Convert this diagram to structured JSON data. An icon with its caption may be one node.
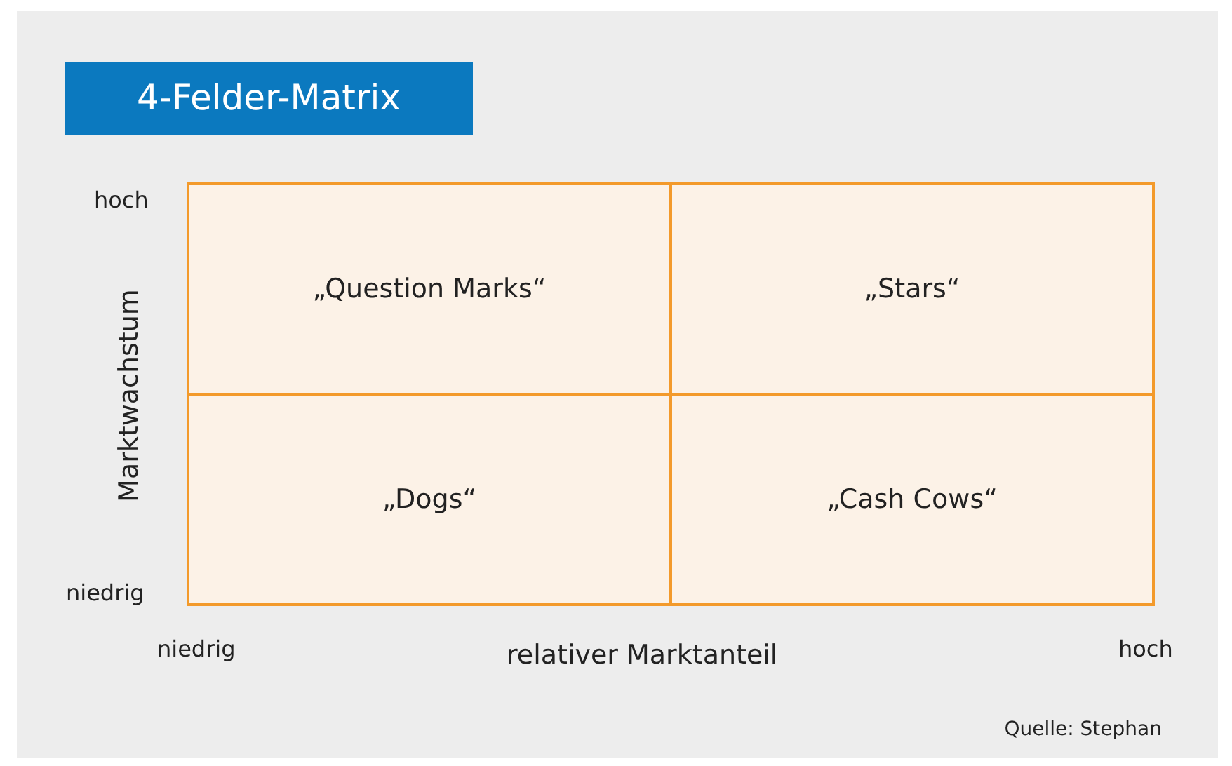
{
  "diagram": {
    "title": "4-Felder-Matrix",
    "nodes": [
      {
        "text": [
          "„Question Marks“"
        ]
      },
      {
        "text": [
          "„Stars“"
        ]
      },
      {
        "text": [
          "„Dogs“"
        ]
      },
      {
        "text": [
          "„Cash Cows“"
        ]
      }
    ],
    "labels": [
      "hoch",
      "Marktwachstum",
      "niedrig",
      "niedrig",
      "relativer Marktanteil",
      "hoch",
      "Quelle: Stephan"
    ]
  }
}
